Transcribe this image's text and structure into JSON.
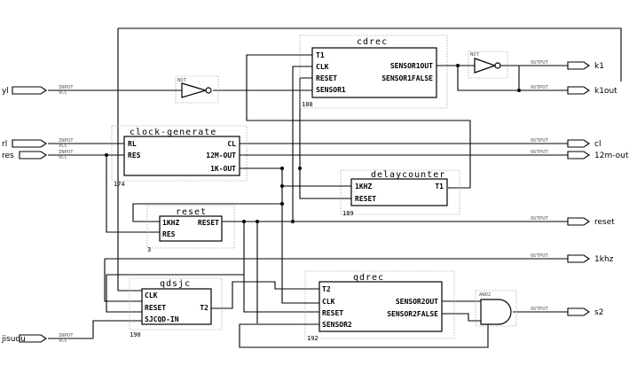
{
  "inputs": [
    {
      "name": "yl",
      "type": "INPUT",
      "vcc": "VCC"
    },
    {
      "name": "rl",
      "type": "INPUT",
      "vcc": "VCC"
    },
    {
      "name": "res",
      "type": "INPUT",
      "vcc": "VCC"
    },
    {
      "name": "jisudu",
      "type": "INPUT",
      "vcc": "VCC"
    }
  ],
  "outputs": [
    {
      "name": "k1",
      "type": "OUTPUT"
    },
    {
      "name": "k1out",
      "type": "OUTPUT"
    },
    {
      "name": "cl",
      "type": "OUTPUT"
    },
    {
      "name": "12m-out",
      "type": "OUTPUT"
    },
    {
      "name": "reset",
      "type": "OUTPUT"
    },
    {
      "name": "1khz",
      "type": "OUTPUT"
    },
    {
      "name": "s2",
      "type": "OUTPUT"
    }
  ],
  "blocks": {
    "cdrec": {
      "title": "cdrec",
      "inst": "188",
      "left": [
        "T1",
        "CLK",
        "RESET",
        "SENSOR1"
      ],
      "right": [
        "SENSOR1OUT",
        "SENSOR1FALSE"
      ]
    },
    "clock": {
      "title": "clock-generate",
      "inst": "174",
      "left": [
        "RL",
        "RES"
      ],
      "right": [
        "CL",
        "12M-OUT",
        "1K-OUT"
      ]
    },
    "delay": {
      "title": "delaycounter",
      "inst": "189",
      "left": [
        "1KHZ",
        "RESET"
      ],
      "right": [
        "T1"
      ]
    },
    "reset": {
      "title": "reset",
      "inst": "3",
      "left": [
        "1KHZ",
        "RES"
      ],
      "right": [
        "RESET"
      ]
    },
    "qdsjc": {
      "title": "qdsjc",
      "inst": "190",
      "left": [
        "CLK",
        "RESET",
        "SJCQD-IN"
      ],
      "right": [
        "T2"
      ]
    },
    "qdrec": {
      "title": "qdrec",
      "inst": "192",
      "left": [
        "T2",
        "CLK",
        "RESET",
        "SENSOR2"
      ],
      "right": [
        "SENSOR2OUT",
        "SENSOR2FALSE"
      ]
    }
  },
  "gates": {
    "not1": {
      "label": "NOT"
    },
    "not2": {
      "label": "NOT"
    },
    "and2": {
      "label": "AND2"
    }
  }
}
